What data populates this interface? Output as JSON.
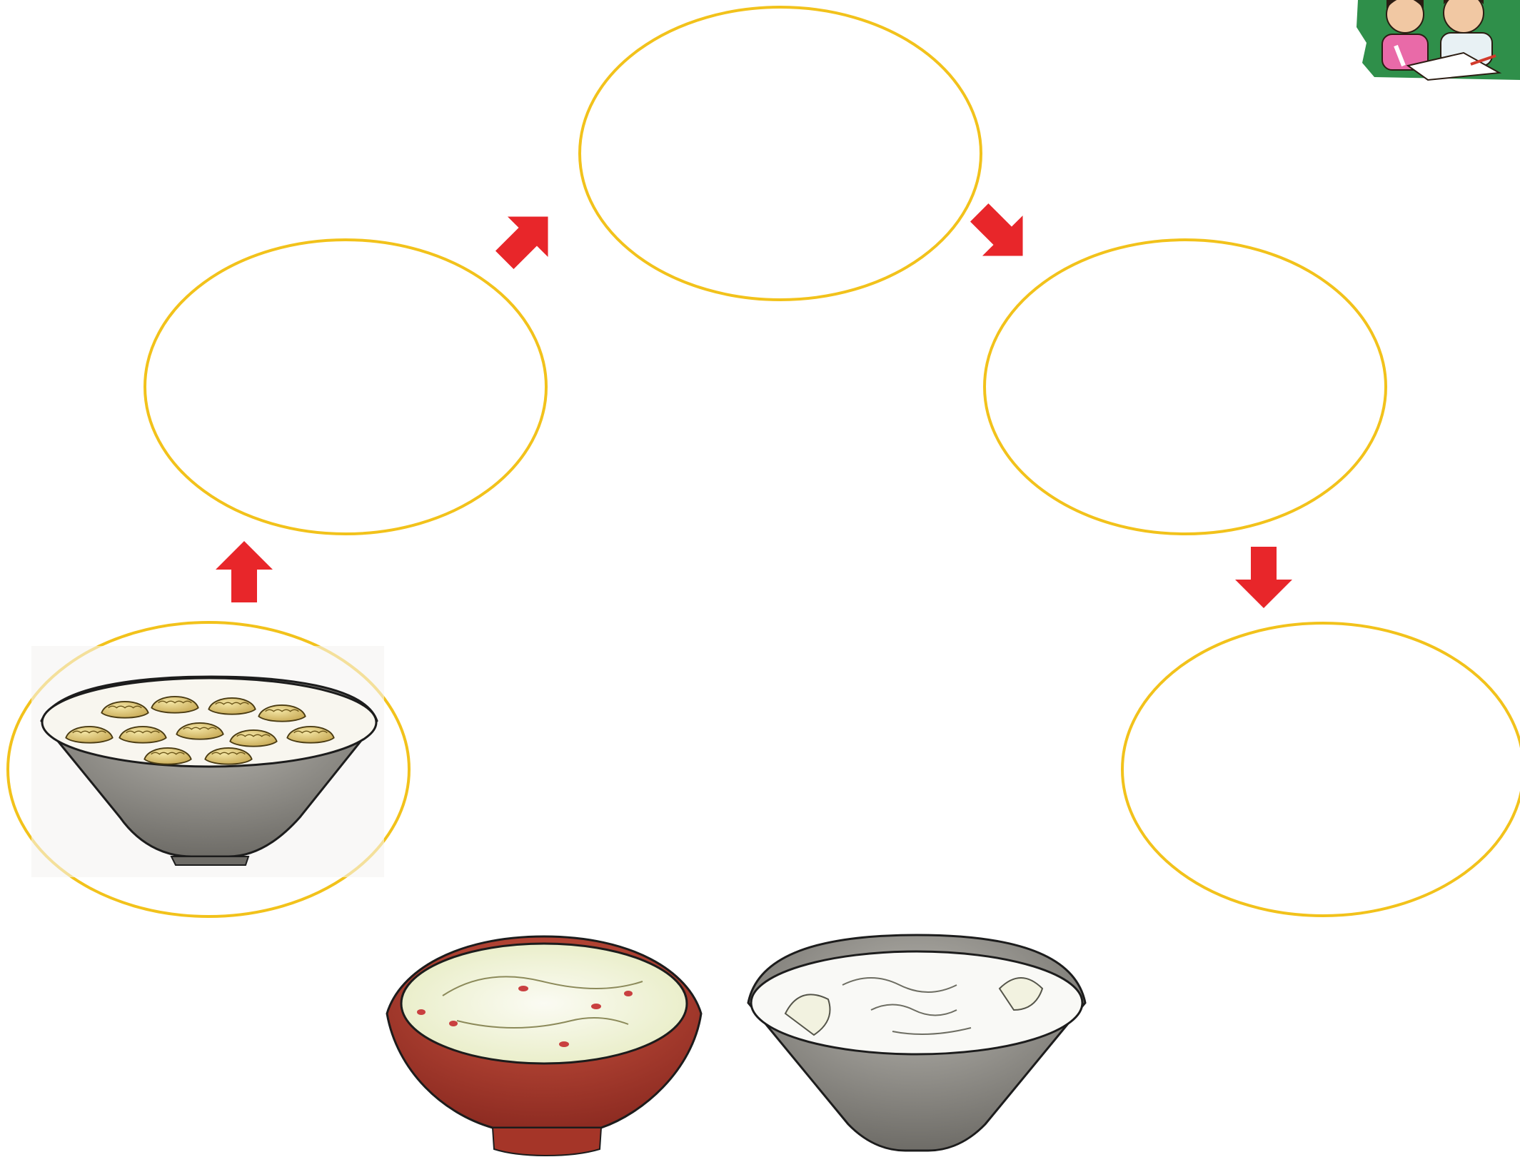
{
  "diagram": {
    "kind": "sequence-cycle",
    "node_outline_color": "#f2c21b",
    "arrow_color": "#e8262a",
    "nodes": [
      {
        "id": "start",
        "content": "bowl-of-dumplings-image",
        "filled": true
      },
      {
        "id": "step-2",
        "content": "",
        "filled": false
      },
      {
        "id": "step-3",
        "content": "",
        "filled": false
      },
      {
        "id": "step-4",
        "content": "",
        "filled": false
      },
      {
        "id": "step-5",
        "content": "",
        "filled": false
      }
    ],
    "arrows": [
      {
        "from": "start",
        "to": "step-2",
        "direction": "up"
      },
      {
        "from": "step-2",
        "to": "step-3",
        "direction": "up-right"
      },
      {
        "from": "step-3",
        "to": "step-4",
        "direction": "down-right"
      },
      {
        "from": "step-4",
        "to": "step-5",
        "direction": "down"
      }
    ]
  },
  "answer_choices": [
    {
      "id": "red-bowl",
      "description_icon": "red-bowl-soup-icon",
      "bowl_color": "#b83a2c"
    },
    {
      "id": "grey-bowl",
      "description_icon": "grey-bowl-soup-icon",
      "bowl_color": "#8d8b85"
    }
  ],
  "corner_badge": {
    "icon": "children-writing-icon",
    "bg_color": "#2f8f4a"
  }
}
